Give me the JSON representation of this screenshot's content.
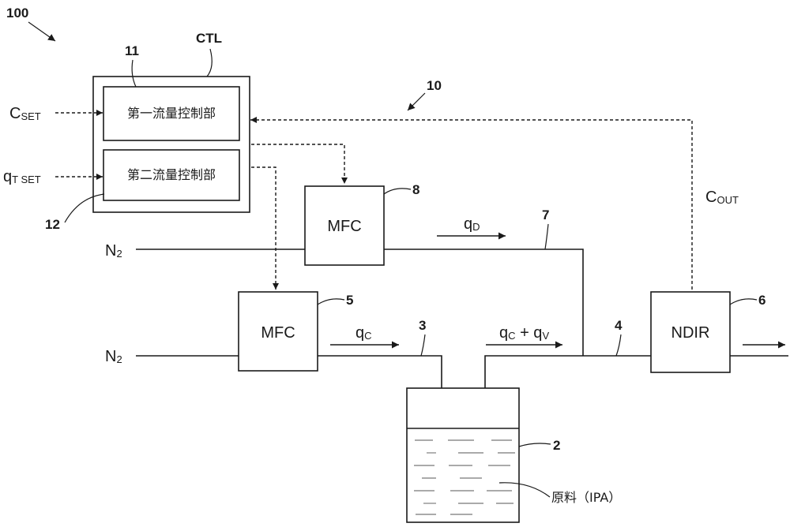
{
  "refs": {
    "system": "100",
    "feedback_loop": "10",
    "controller": "CTL",
    "first_controller": "11",
    "second_controller": "12",
    "mfc_carrier": "5",
    "mfc_dilution": "8",
    "tank": "2",
    "inlet_pipe": "3",
    "outlet_pipe": "4",
    "dilution_pipe": "7",
    "sensor": "6"
  },
  "controller": {
    "first_label": "第一流量控制部",
    "second_label": "第二流量控制部"
  },
  "inputs": {
    "c_set_main": "C",
    "c_set_sub": "SET",
    "q_set_main": "q",
    "q_set_sub": "T SET"
  },
  "devices": {
    "mfc_top": "MFC",
    "mfc_bottom": "MFC",
    "sensor": "NDIR"
  },
  "gas": {
    "n2_top_main": "N",
    "n2_top_sub": "2",
    "n2_bottom_main": "N",
    "n2_bottom_sub": "2"
  },
  "flows": {
    "qd_main": "q",
    "qd_sub": "D",
    "qc_main": "q",
    "qc_sub": "C",
    "mix_q1": "q",
    "mix_sub1": "C",
    "mix_plus": " + q",
    "mix_sub2": "V"
  },
  "output": {
    "c_out_main": "C",
    "c_out_sub": "OUT"
  },
  "material": "原料（IPA）",
  "colors": {
    "ink": "#1a1a1a",
    "background": "#ffffff"
  }
}
